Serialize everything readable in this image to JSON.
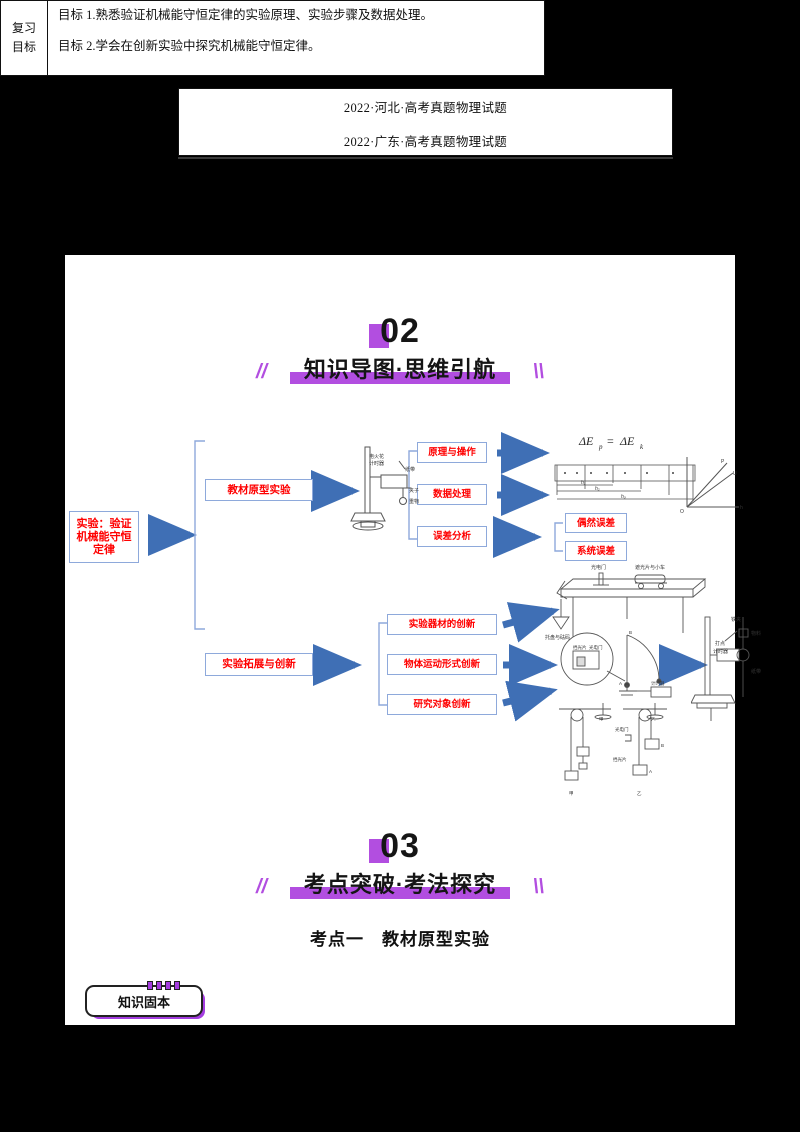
{
  "header": {
    "sources": [
      "2022·河北·高考真题物理试题",
      "2022·广东·高考真题物理试题"
    ]
  },
  "goals": {
    "label_line1": "复习",
    "label_line2": "目标",
    "items": [
      "目标 1.熟悉验证机械能守恒定律的实验原理、实验步骤及数据处理。",
      "目标 2.学会在创新实验中探究机械能守恒定律。"
    ]
  },
  "sections": [
    {
      "number": "02",
      "title": "知识导图·思维引航",
      "slash_left": "//",
      "slash_right": "\\\\"
    },
    {
      "number": "03",
      "title": "考点突破·考法探究",
      "slash_left": "//",
      "slash_right": "\\\\"
    }
  ],
  "kaodian": "考点一　教材原型实验",
  "badge": {
    "label": "知识固本"
  },
  "mindmap": {
    "root": "实验：验证机械能守恒定律",
    "branch1": {
      "label": "教材原型实验",
      "children": [
        {
          "label": "原理与操作",
          "result": "ΔE p = ΔE k"
        },
        {
          "label": "数据处理",
          "result": "纸带测量图"
        },
        {
          "label": "误差分析",
          "children": [
            "偶然误差",
            "系统误差"
          ]
        }
      ]
    },
    "branch2": {
      "label": "实验拓展与创新",
      "children": [
        {
          "label": "实验器材的创新"
        },
        {
          "label": "物体运动形式创新"
        },
        {
          "label": "研究对象创新"
        }
      ]
    }
  },
  "illustrations": {
    "spark_timer": {
      "labels": [
        "电火花",
        "计时器",
        "纸带",
        "夹子",
        "重物"
      ]
    },
    "tape": {
      "labels": [
        "h₁",
        "h₂",
        "h₃"
      ]
    },
    "graph": {
      "axis_x": "h",
      "axis_y": "v²",
      "origin": "O",
      "curves": [
        "P",
        "U"
      ]
    },
    "table_apparatus": {
      "labels": [
        "光电门",
        "遮光片与小车",
        "托盘与砝码"
      ]
    },
    "pendulum": {
      "labels": [
        "A",
        "B",
        "计时器",
        "甲",
        "乙",
        "光电门",
        "挡光片"
      ]
    },
    "drop_apparatus": {
      "labels": [
        "铁夹",
        "物料",
        "打点",
        "计时器",
        "纸带"
      ]
    }
  },
  "colors": {
    "accent_purple": "#b24ee0",
    "node_text_red": "#ff0000",
    "node_border_blue": "#8ea9db",
    "arrow_blue": "#3f6fb5",
    "page_bg": "#000000",
    "sheet": "#ffffff"
  }
}
